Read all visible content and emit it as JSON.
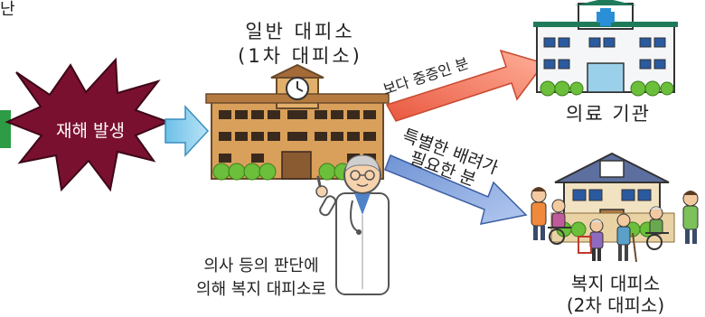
{
  "corner_fragment": "난",
  "disaster": {
    "label": "재해 발생"
  },
  "shelter": {
    "line1": "일반 대피소",
    "line2": "(1차 대피소)"
  },
  "hospital": {
    "label": "의료 기관"
  },
  "welfare": {
    "line1": "복지 대피소",
    "line2": "(2차 대피소)"
  },
  "arrow_severe": {
    "label": "보다 중증인 분"
  },
  "arrow_care": {
    "line1": "특별한 배려가",
    "line2": "필요한 분"
  },
  "doctor_note": {
    "line1": "의사 등의 판단에",
    "line2": "의해 복지 대피소로"
  },
  "colors": {
    "burst": "#7a1030",
    "side_tab": "#2e9b45",
    "entry_arrow": "#8fd0ee",
    "severe_arrow": "#f2836d",
    "care_arrow": "#8fb0e2",
    "shelter_wall": "#d9a05b",
    "hospital_roof": "#1f7a5a",
    "welfare_roof": "#5d6f9e"
  }
}
